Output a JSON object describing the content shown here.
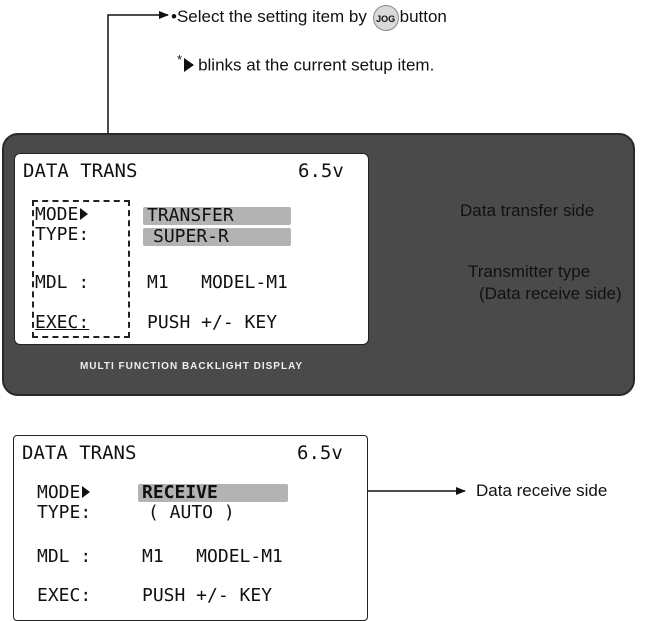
{
  "instructions": {
    "line1_prefix": "•Select the setting item by ",
    "jog_label": "JOG",
    "line1_suffix": "button",
    "line2_star": "*",
    "line2_text": "blinks at the current setup item."
  },
  "screen_top": {
    "title": "DATA TRANS",
    "voltage": "6.5v",
    "mode_label": "MODE",
    "mode_value": "TRANSFER",
    "type_label": "TYPE:",
    "type_value": "SUPER-R",
    "mdl_label": "MDL :",
    "mdl_value": "M1   MODEL-M1",
    "exec_label": "EXEC:",
    "exec_value": "PUSH +/- KEY",
    "device_footer": "MULTI FUNCTION BACKLIGHT DISPLAY"
  },
  "screen_bottom": {
    "title": "DATA TRANS",
    "voltage": "6.5v",
    "mode_label": "MODE",
    "mode_value": "RECEIVE",
    "type_label": "TYPE:",
    "type_value": "( AUTO )",
    "mdl_label": "MDL :",
    "mdl_value": "M1   MODEL-M1",
    "exec_label": "EXEC:",
    "exec_value": "PUSH +/- KEY"
  },
  "callouts": {
    "transfer_side": "Data transfer side",
    "transmitter_type_line1": "Transmitter type",
    "transmitter_type_line2": "(Data receive side)",
    "receive_side": "Data receive side"
  }
}
